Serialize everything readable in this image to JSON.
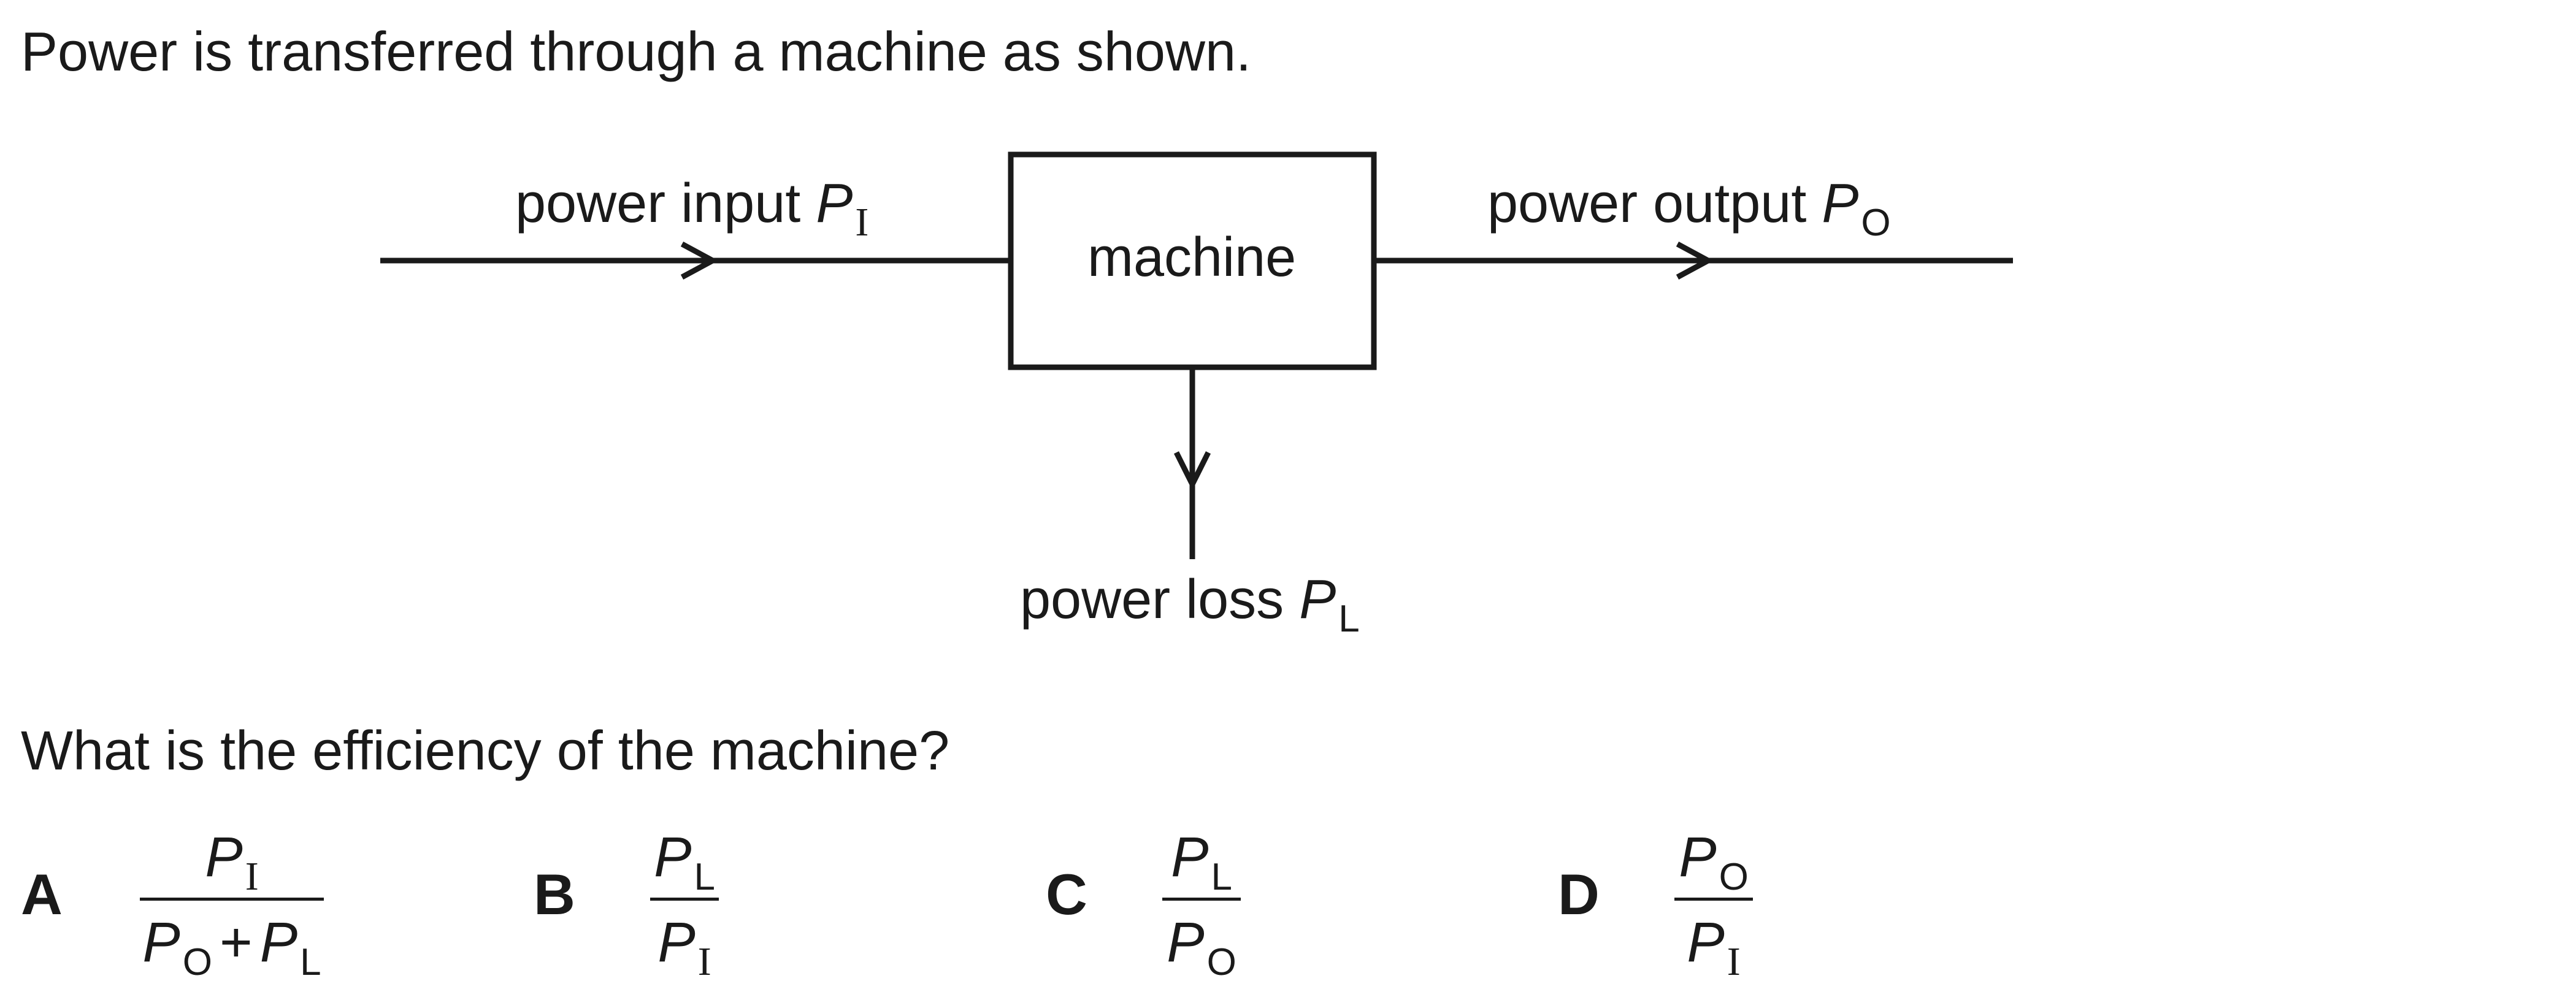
{
  "question": {
    "intro": "Power is transferred through a machine as shown.",
    "prompt": "What is the efficiency of the machine?"
  },
  "diagram": {
    "box_label": "machine",
    "input_label": "power input",
    "input_symbol": "P",
    "input_subscript": "I",
    "output_label": "power output",
    "output_symbol": "P",
    "output_subscript": "O",
    "loss_label": "power loss",
    "loss_symbol": "P",
    "loss_subscript": "L"
  },
  "options": [
    {
      "letter": "A",
      "num_sym": "P",
      "num_sub": "I",
      "den1_sym": "P",
      "den1_sub": "O",
      "den_op": "+",
      "den2_sym": "P",
      "den2_sub": "L"
    },
    {
      "letter": "B",
      "num_sym": "P",
      "num_sub": "L",
      "den_sym": "P",
      "den_sub": "I"
    },
    {
      "letter": "C",
      "num_sym": "P",
      "num_sub": "L",
      "den_sym": "P",
      "den_sub": "O"
    },
    {
      "letter": "D",
      "num_sym": "P",
      "num_sub": "O",
      "den_sym": "P",
      "den_sub": "I"
    }
  ]
}
